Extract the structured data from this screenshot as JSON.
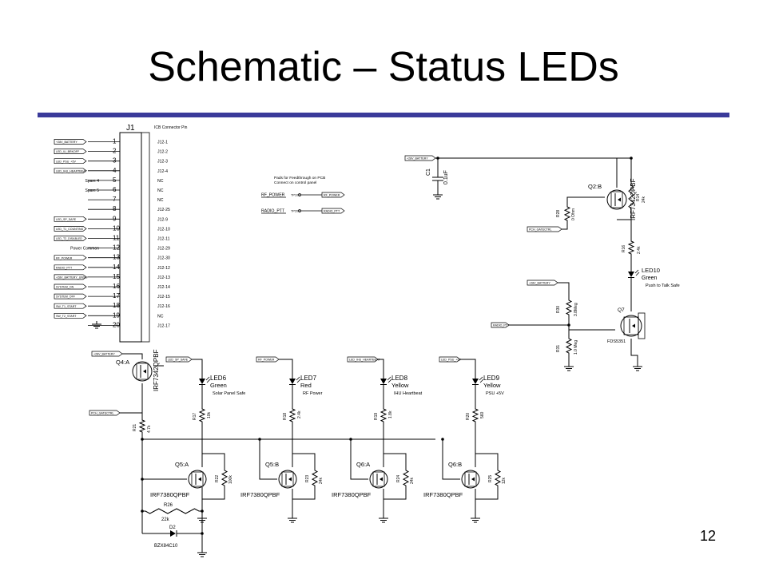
{
  "title": "Schematic – Status LEDs",
  "slide_number": "12",
  "j1": {
    "ref": "J1",
    "header": "ICB Connector Pin",
    "rows": [
      {
        "num": "1",
        "left": "+28V_BATTERY",
        "left_is_net": true,
        "pin": "J12-1"
      },
      {
        "num": "2",
        "left": "LED_IU_BRKOFF",
        "left_is_net": true,
        "pin": "J12-2"
      },
      {
        "num": "3",
        "left": "LED_PSU_+5V",
        "left_is_net": true,
        "pin": "J12-3"
      },
      {
        "num": "4",
        "left": "LED_IHU_HEARTBEAT",
        "left_is_net": true,
        "pin": "J12-4"
      },
      {
        "num": "5",
        "left": "Spare 4",
        "left_is_net": false,
        "pin": "NC"
      },
      {
        "num": "6",
        "left": "Spare 5",
        "left_is_net": false,
        "pin": "NC"
      },
      {
        "num": "7",
        "left": "",
        "left_is_net": false,
        "pin": "NC"
      },
      {
        "num": "8",
        "left": "",
        "left_is_net": false,
        "pin": "J12-25"
      },
      {
        "num": "9",
        "left": "LED_SP_SAFE",
        "left_is_net": true,
        "pin": "J12-9"
      },
      {
        "num": "10",
        "left": "LED_T1_COUNTING",
        "left_is_net": true,
        "pin": "J12-10"
      },
      {
        "num": "11",
        "left": "LED_T2_DISABLED",
        "left_is_net": true,
        "pin": "J12-11"
      },
      {
        "num": "12",
        "left": "Power Common",
        "left_is_net": false,
        "pin": "J12-29"
      },
      {
        "num": "13",
        "left": "RF_POWER",
        "left_is_net": true,
        "pin": "J12-30"
      },
      {
        "num": "14",
        "left": "RADIO_PTT",
        "left_is_net": true,
        "pin": "J12-12"
      },
      {
        "num": "15",
        "left": "+28V_BATTERY_UNSW",
        "left_is_net": true,
        "pin": "J12-13"
      },
      {
        "num": "16",
        "left": "SYSTEM_ON",
        "left_is_net": true,
        "pin": "J12-14"
      },
      {
        "num": "17",
        "left": "SYSTEM_OFF",
        "left_is_net": true,
        "pin": "J12-15"
      },
      {
        "num": "18",
        "left": "SW_T1_START",
        "left_is_net": true,
        "pin": "J12-16"
      },
      {
        "num": "19",
        "left": "SW_T2_START",
        "left_is_net": true,
        "pin": "NC"
      },
      {
        "num": "20",
        "left": "",
        "left_is_net": false,
        "pin": "J12-17"
      }
    ]
  },
  "feedthrough": {
    "note_line1": "Pads for Feedthrough on PCB",
    "note_line2": "Connect on control panel",
    "pads": [
      {
        "name": "RF_POWER",
        "tp": "TP10",
        "net": "RF_POWER"
      },
      {
        "name": "RADIO_PTT",
        "tp": "TP20",
        "net": "RADIO_PTT"
      }
    ]
  },
  "top_right": {
    "battery_net": "+28V_BATTERY",
    "c1_ref": "C1",
    "c1_val": "0.1uF",
    "q2_ref": "Q2:B",
    "q2_part": "IRF7342QPBF",
    "r14_ref": "R14",
    "r14_val": "24k",
    "r28_ref": "R28",
    "r28_val": "0 Ohm",
    "gate_net": "PCH_GATECTRL",
    "r16_ref": "R16",
    "r16_val": "2.4k",
    "led10_ref": "LED10",
    "led10_color": "Green",
    "led10_label": "Push to Talk Safe",
    "battery_net2": "+28V_BATTERY",
    "r30_ref": "R30",
    "r30_val": "3.8Meg",
    "q7_ref": "Q7",
    "q7_part": "FDS5351",
    "radio_net": "RADIO_PTT",
    "r31_ref": "R31",
    "r31_val": "1.0 Meg"
  },
  "bottom": {
    "battery_net": "+28V_BATTERY",
    "q4_ref": "Q4:A",
    "q4_part": "IRF7342QPBF",
    "gate_net": "PCH_GATECTRL",
    "r21_ref": "R21",
    "r21_val": "4.7k",
    "r26_ref": "R26",
    "r26_val": "22k",
    "d2_ref": "D2",
    "d2_part": "BZX84C10",
    "channels": [
      {
        "net": "LED_SP_SAFE",
        "led": "LED6",
        "color": "Green",
        "label": "Solar Panel Safe",
        "rled": "R17",
        "rled_val": "10k",
        "q": "Q5:A",
        "q_part": "IRF7380QPBF",
        "rg": "R22",
        "rg_val": "100k"
      },
      {
        "net": "RF_POWER",
        "led": "LED7",
        "color": "Red",
        "label": "RF Power",
        "rled": "R18",
        "rled_val": "2.4k",
        "q": "Q5:B",
        "q_part": "IRF7380QPBF",
        "rg": "R23",
        "rg_val": "24k"
      },
      {
        "net": "LED_IHU_HEARTBEAT",
        "led": "LED8",
        "color": "Yellow",
        "label": "IHU Heartbeat",
        "rled": "R19",
        "rled_val": "1.8k",
        "q": "Q6:A",
        "q_part": "IRF7380QPBF",
        "rg": "R24",
        "rg_val": "24k"
      },
      {
        "net": "LED_PSU_+5V",
        "led": "LED9",
        "color": "Yellow",
        "label": "PSU +5V",
        "rled": "R20",
        "rled_val": "560",
        "q": "Q6:B",
        "q_part": "IRF7380QPBF",
        "rg": "R25",
        "rg_val": "12k"
      }
    ]
  },
  "colors": {
    "rule": "#3a3a9a",
    "ink": "#000000"
  }
}
